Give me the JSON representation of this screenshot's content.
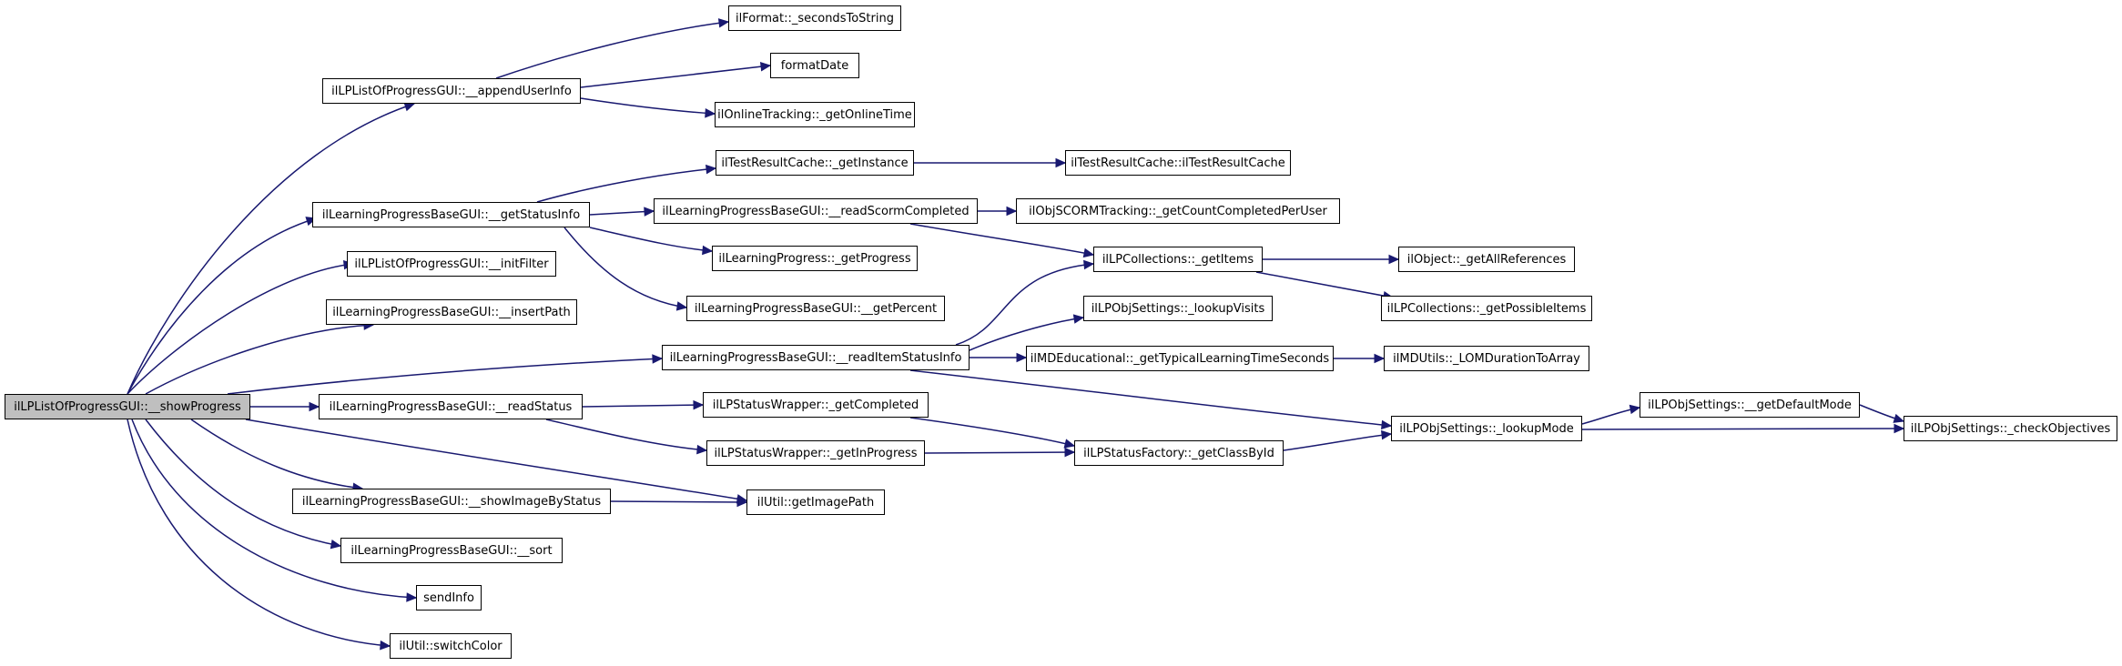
{
  "colors": {
    "edge": "#191970",
    "root_fill": "#bfbfbf",
    "node_fill": "#ffffff",
    "node_border": "#000000"
  },
  "nodes": {
    "root": "ilLPListOfProgressGUI::__showProgress",
    "appendUserInfo": "ilLPListOfProgressGUI::__appendUserInfo",
    "getStatusInfo": "ilLearningProgressBaseGUI::__getStatusInfo",
    "initFilter": "ilLPListOfProgressGUI::__initFilter",
    "insertPath": "ilLearningProgressBaseGUI::__insertPath",
    "readStatus": "ilLearningProgressBaseGUI::__readStatus",
    "showImageByStatus": "ilLearningProgressBaseGUI::__showImageByStatus",
    "sort": "ilLearningProgressBaseGUI::__sort",
    "sendInfo": "sendInfo",
    "switchColor": "ilUtil::switchColor",
    "secondsToString": "ilFormat::_secondsToString",
    "formatDate": "formatDate",
    "getOnlineTime": "ilOnlineTracking::_getOnlineTime",
    "trcGetInstance": "ilTestResultCache::_getInstance",
    "readScormCompleted": "ilLearningProgressBaseGUI::__readScormCompleted",
    "getProgress": "ilLearningProgress::_getProgress",
    "getPercent": "ilLearningProgressBaseGUI::__getPercent",
    "readItemStatusInfo": "ilLearningProgressBaseGUI::__readItemStatusInfo",
    "getCompleted": "ilLPStatusWrapper::_getCompleted",
    "getInProgress": "ilLPStatusWrapper::_getInProgress",
    "getImagePath": "ilUtil::getImagePath",
    "trcCtor": "ilTestResultCache::ilTestResultCache",
    "scormCount": "ilObjSCORMTracking::_getCountCompletedPerUser",
    "collGetItems": "ilLPCollections::_getItems",
    "lookupVisits": "ilLPObjSettings::_lookupVisits",
    "typicalLT": "ilMDEducational::_getTypicalLearningTimeSeconds",
    "classById": "ilLPStatusFactory::_getClassById",
    "allRefs": "ilObject::_getAllReferences",
    "possibleItems": "ilLPCollections::_getPossibleItems",
    "lomDuration": "ilMDUtils::_LOMDurationToArray",
    "lookupMode": "ilLPObjSettings::_lookupMode",
    "defaultMode": "ilLPObjSettings::__getDefaultMode",
    "checkObjectives": "ilLPObjSettings::_checkObjectives"
  }
}
